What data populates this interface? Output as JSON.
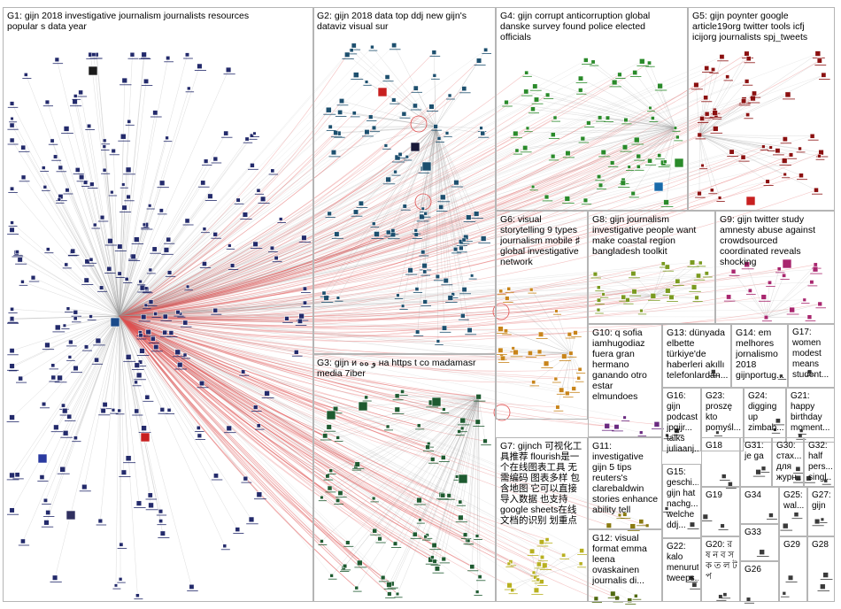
{
  "groups": [
    {
      "id": "G1",
      "label": "G1: gijn 2018 investigative journalism journalists resources\npopular s data year",
      "color": "#232a6b"
    },
    {
      "id": "G2",
      "label": "G2: gijn 2018 data top ddj new gijn's\ndataviz visual sur",
      "color": "#1d4f6e"
    },
    {
      "id": "G3",
      "label": "G3: gijn и ﻭ هﻩ на https t co madamasr\nmedia 7iber",
      "color": "#1e5a30"
    },
    {
      "id": "G4",
      "label": "G4: gijn corrupt anticorruption global\ndanske survey found police elected\nofficials",
      "color": "#2a8a2a"
    },
    {
      "id": "G5",
      "label": "G5: gijn poynter google\narticle19org twitter tools icfj\nicijorg journalists spj_tweets",
      "color": "#8b1010"
    },
    {
      "id": "G6",
      "label": "G6: visual\nstorytelling 9 types\njournalism mobile ♯\nglobal investigative\nnetwork",
      "color": "#c8841a"
    },
    {
      "id": "G7",
      "label": "G7: gijnch 可视化工\n具推荐 flourish是一\n个在线图表工具 无\n需编码 图表多样 包\n含地图 它可以直接\n导入数据 也支持\ngoogle sheets在线\n文档的识别 划重点",
      "color": "#b8b020"
    },
    {
      "id": "G8",
      "label": "G8: gijn journalism\ninvestigative people want\nmake coastal region\nbangladesh toolkit",
      "color": "#7a9a20"
    },
    {
      "id": "G9",
      "label": "G9: gijn twitter study\namnesty abuse against\ncrowdsourced\ncoordinated reveals\nshocking",
      "color": "#a8266e"
    },
    {
      "id": "G10",
      "label": "G10: q sofia\niamhugodiaz\nfuera gran\nhermano\nganando otro\nestar\nelmundoes",
      "color": "#6a2a80"
    },
    {
      "id": "G11",
      "label": "G11:\ninvestigative\ngijn 5 tips\nreuters's\nclarebaldwin\nstories enhance\nability tell",
      "color": "#8a7a10"
    },
    {
      "id": "G12",
      "label": "G12: visual\nformat emma\nleena\novaskainen\njournalis di...",
      "color": "#506a10"
    },
    {
      "id": "G13",
      "label": "G13: dünyada\nelbette\ntürkiye'de\nhaberleri akıllı\ntelefonlardan...",
      "color": "#3a3a3a"
    },
    {
      "id": "G14",
      "label": "G14: em\nmelhores\njornalismo\n2018\ngijnportug...",
      "color": "#3a3a3a"
    },
    {
      "id": "G15",
      "label": "G15:\ngeschi...\ngijn hat\nnachg...\nwelche\nddj...",
      "color": "#3a3a3a"
    },
    {
      "id": "G16",
      "label": "G16:\ngijn\npodcast\njpgijr...\ntalks\njuliaanj...",
      "color": "#3a3a3a"
    },
    {
      "id": "G17",
      "label": "G17:\nwomen\nmodest\nmeans\nstudent...",
      "color": "#3a3a3a"
    },
    {
      "id": "G18",
      "label": "G18",
      "color": "#3a3a3a"
    },
    {
      "id": "G19",
      "label": "G19",
      "color": "#3a3a3a"
    },
    {
      "id": "G20",
      "label": "G20: র\nষ ন ব স\nক ত ল ট\nপ",
      "color": "#3a3a3a"
    },
    {
      "id": "G21",
      "label": "G21:\nhappy\nbirthday\nmoment...",
      "color": "#3a3a3a"
    },
    {
      "id": "G22",
      "label": "G22:\nkalo\nmenurut\ntweeps...",
      "color": "#3a3a3a"
    },
    {
      "id": "G23",
      "label": "G23:\nproszę\nkto\npomyśl...",
      "color": "#3a3a3a"
    },
    {
      "id": "G24",
      "label": "G24:\ndigging\nup\nzimbab...",
      "color": "#3a3a3a"
    },
    {
      "id": "G25",
      "label": "G25:\nwal...",
      "color": "#3a3a3a"
    },
    {
      "id": "G26",
      "label": "G26",
      "color": "#3a3a3a"
    },
    {
      "id": "G27",
      "label": "G27:\ngijn",
      "color": "#3a3a3a"
    },
    {
      "id": "G28",
      "label": "G28",
      "color": "#3a3a3a"
    },
    {
      "id": "G29",
      "label": "G29",
      "color": "#3a3a3a"
    },
    {
      "id": "G30",
      "label": "G30:\nстах...\nдля\nжурн...",
      "color": "#3a3a3a"
    },
    {
      "id": "G31",
      "label": "G31:\nje ga",
      "color": "#3a3a3a"
    },
    {
      "id": "G32",
      "label": "G32:\nhalf\npers...\nsingl...",
      "color": "#3a3a3a"
    },
    {
      "id": "G33",
      "label": "G33",
      "color": "#3a3a3a"
    },
    {
      "id": "G34",
      "label": "G34",
      "color": "#3a3a3a"
    }
  ],
  "edge_colors": {
    "red": "#e05050",
    "gray": "#9a9a9a"
  }
}
